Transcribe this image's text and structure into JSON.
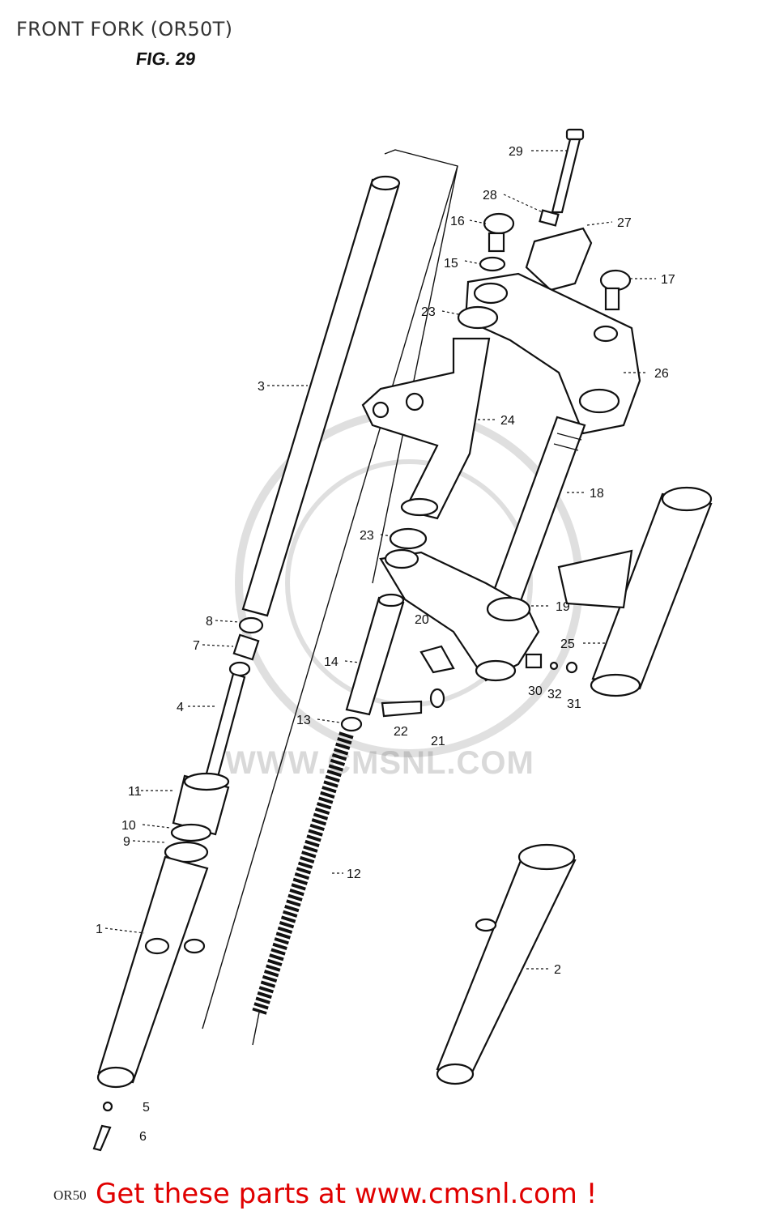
{
  "diagram": {
    "title": "FRONT FORK (OR50T)",
    "figure_label": "FIG. 29",
    "watermark_text": "WWW.CMSNL.COM",
    "model_code": "OR50",
    "footer_text": "Get these parts at www.cmsnl.com !",
    "colors": {
      "footer": "#e00000",
      "line_art": "#111111",
      "watermark": "#d9d9d9"
    },
    "callouts": [
      "29",
      "28",
      "16",
      "27",
      "15",
      "17",
      "23",
      "26",
      "3",
      "24",
      "18",
      "23",
      "19",
      "8",
      "7",
      "20",
      "25",
      "14",
      "4",
      "30",
      "32",
      "31",
      "13",
      "22",
      "21",
      "11",
      "10",
      "9",
      "12",
      "1",
      "2",
      "5",
      "6"
    ]
  }
}
